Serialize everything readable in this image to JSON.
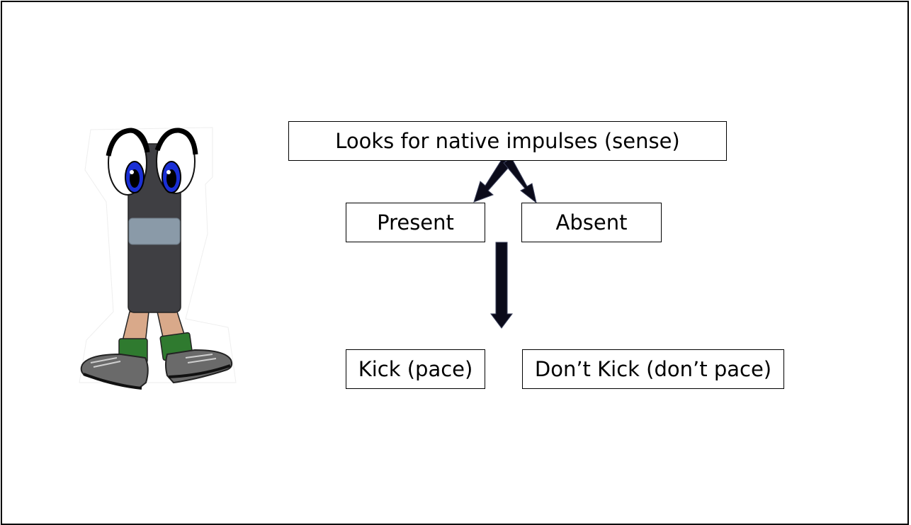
{
  "nodes": {
    "sense": "Looks for native impulses (sense)",
    "present": "Present",
    "absent": "Absent",
    "kick": "Kick (pace)",
    "dont_kick": "Don’t Kick (don’t pace)"
  },
  "edges": [
    {
      "from": "sense",
      "to": "present"
    },
    {
      "from": "sense",
      "to": "absent"
    },
    {
      "from": "present",
      "to": "kick"
    }
  ],
  "colors": {
    "arrow": "#0b0b1a",
    "device_body": "#3f3f43",
    "device_band": "#8a9aa8",
    "iris": "#1a2fd6",
    "sock": "#2f7a2f",
    "shoe": "#6a6a6a",
    "skin": "#d9a98a"
  }
}
